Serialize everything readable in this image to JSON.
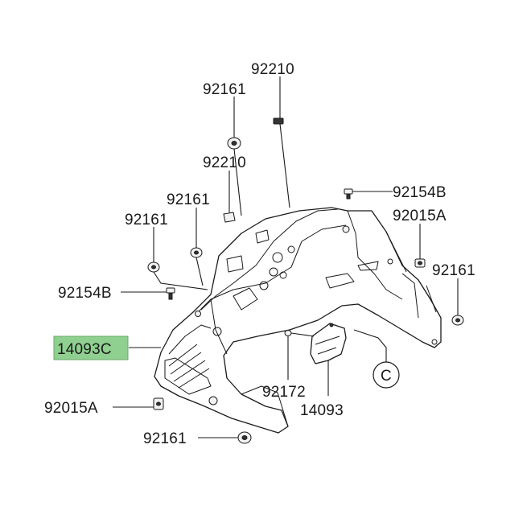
{
  "diagram": {
    "highlight_color": "#8fcf8f",
    "callouts": {
      "p92210_top": "92210",
      "p92161_top": "92161",
      "p92210_mid": "92210",
      "p92161_mid": "92161",
      "p92161_left": "92161",
      "p92154B_right": "92154B",
      "p92015A_right": "92015A",
      "p92161_right": "92161",
      "p92154B_left": "92154B",
      "p14093C": "14093C",
      "p92172": "92172",
      "p14093": "14093",
      "p92015A_bottom": "92015A",
      "p92161_bottom": "92161",
      "ref_C": "C"
    }
  }
}
